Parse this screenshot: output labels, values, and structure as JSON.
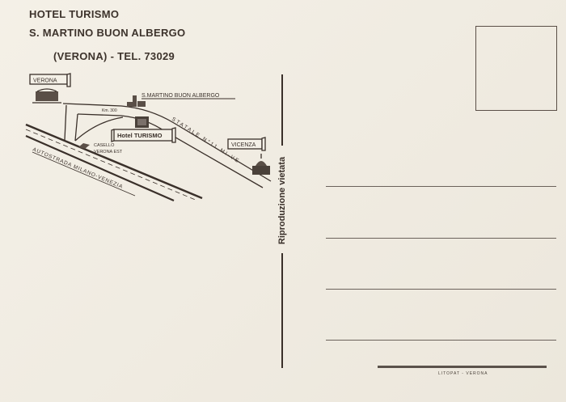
{
  "header": {
    "line1": "HOTEL TURISMO",
    "line2": "S. MARTINO BUON ALBERGO",
    "line3": "(VERONA) - TEL. 73029"
  },
  "map": {
    "verona": "VERONA",
    "s_martino": "S.MARTINO BUON ALBERGO",
    "km": "Km. 300",
    "hotel": "Hotel TURISMO",
    "casello_1": "CASELLO",
    "casello_2": "VERONA EST",
    "statale": "STATALE N°11 MI-VE",
    "vicenza": "VICENZA",
    "autostrada": "AUTOSTRADA MILANO-VENEZIA"
  },
  "divider_text": "Riproduzione vietata",
  "printer": "LITOPAT - VERONA",
  "colors": {
    "ink": "#3a302a",
    "paper": "#f1ede3"
  }
}
